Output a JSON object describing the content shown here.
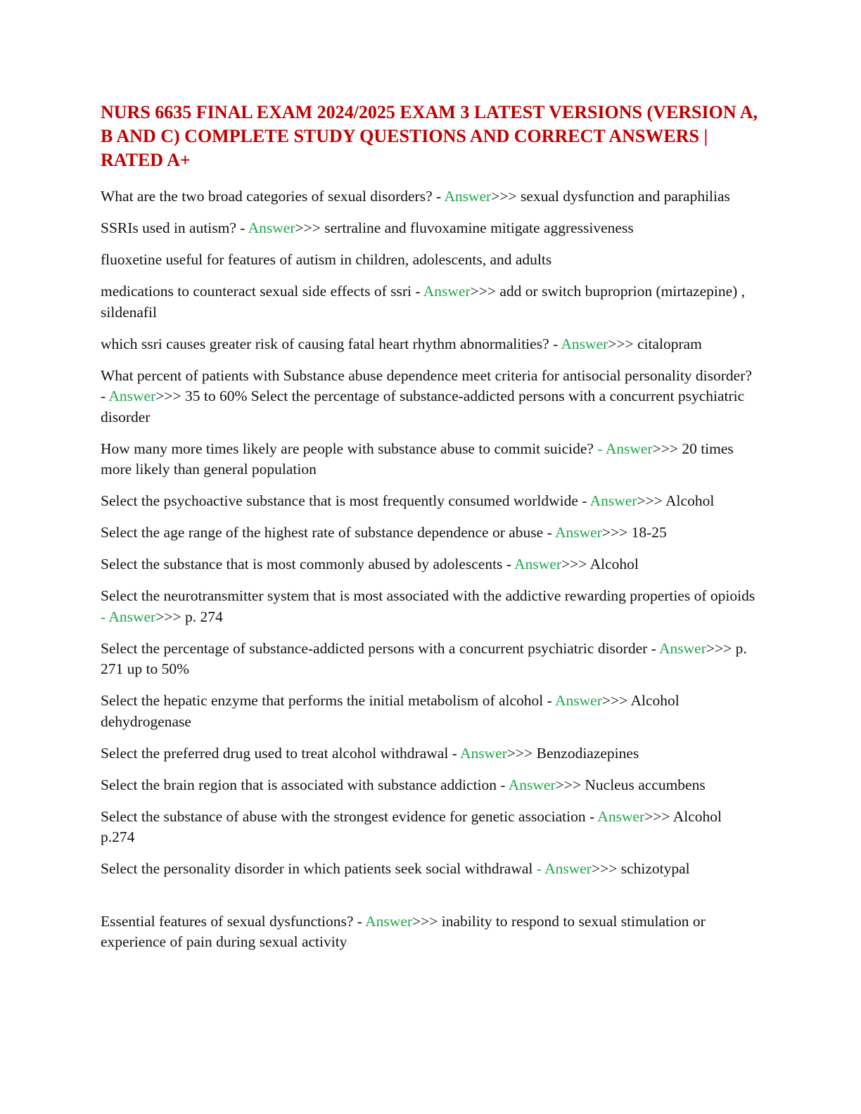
{
  "document": {
    "title": "NURS 6635 FINAL EXAM 2024/2025 EXAM 3 LATEST VERSIONS (VERSION A, B AND C) COMPLETE STUDY QUESTIONS AND CORRECT ANSWERS | RATED A+",
    "colors": {
      "title": "#c00000",
      "answer_label": "#1fa64a",
      "body_text": "#111111"
    },
    "entries": [
      {
        "question": "What are the two broad categories of sexual disorders? - ",
        "label": "Answer",
        "answer": ">>> sexual dysfunction and paraphilias"
      },
      {
        "question": "SSRIs used in autism? - ",
        "label": "Answer",
        "answer": ">>> sertraline and fluvoxamine mitigate aggressiveness"
      },
      {
        "question": "fluoxetine useful for features of autism in children, adolescents, and adults",
        "label": "",
        "answer": ""
      },
      {
        "question": "medications to counteract sexual side effects of ssri - ",
        "label": "Answer",
        "answer": ">>> add or switch buproprion (mirtazepine) , sildenafil"
      },
      {
        "question": "which ssri causes greater risk of causing fatal heart rhythm abnormalities? - ",
        "label": "Answer",
        "answer": ">>> citalopram"
      },
      {
        "question": "What percent of patients with Substance abuse dependence meet criteria for antisocial personality disorder? - ",
        "label": "Answer",
        "answer": ">>> 35 to 60% Select the percentage of substance-addicted persons with a concurrent psychiatric disorder"
      },
      {
        "question": "How many more times likely are people with substance abuse to commit suicide? ",
        "label": "- Answer",
        "answer": ">>> 20 times more likely than general population"
      },
      {
        "question": "Select the psychoactive substance that is most frequently consumed worldwide - ",
        "label": "Answer",
        "answer": ">>> Alcohol"
      },
      {
        "question": "Select the age range of the highest rate of substance dependence or abuse - ",
        "label": "Answer",
        "answer": ">>> 18-25"
      },
      {
        "question": "Select the substance that is most commonly abused by adolescents - ",
        "label": "Answer",
        "answer": ">>> Alcohol"
      },
      {
        "question": "Select the neurotransmitter system that is most associated with the addictive rewarding properties of opioids ",
        "label": "- Answer",
        "answer": ">>> p. 274"
      },
      {
        "question": "Select the percentage of substance-addicted persons with a concurrent psychiatric disorder - ",
        "label": "Answer",
        "answer": ">>> p. 271 up to 50%"
      },
      {
        "question": "Select the hepatic enzyme that performs the initial metabolism of alcohol - ",
        "label": "Answer",
        "answer": ">>> Alcohol dehydrogenase"
      },
      {
        "question": "Select the preferred drug used to treat alcohol withdrawal - ",
        "label": "Answer",
        "answer": ">>> Benzodiazepines"
      },
      {
        "question": "Select the brain region that is associated with substance addiction - ",
        "label": "Answer",
        "answer": ">>> Nucleus accumbens"
      },
      {
        "question": "Select the substance of abuse with the strongest evidence for genetic association - ",
        "label": "Answer",
        "answer": ">>> Alcohol p.274"
      },
      {
        "question": "Select the personality disorder in which patients seek social withdrawal ",
        "label": "- Answer",
        "answer": ">>> schizotypal"
      },
      {
        "question": "Essential features of sexual dysfunctions? - ",
        "label": "Answer",
        "answer": ">>> inability to respond to sexual stimulation or experience of pain during sexual activity"
      }
    ]
  }
}
